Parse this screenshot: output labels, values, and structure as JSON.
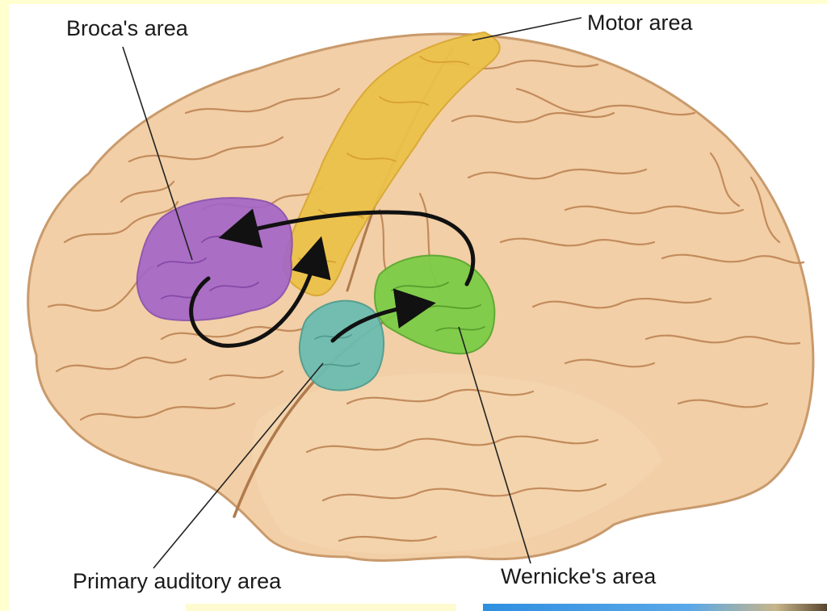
{
  "labels": {
    "broca": "Broca's area",
    "motor": "Motor area",
    "auditory": "Primary auditory area",
    "wernicke": "Wernicke's area"
  },
  "colors": {
    "brain_fill": "#f2cfa6",
    "brain_outline": "#c99a6c",
    "sulcus": "#c38b5c",
    "broca": "#a466c7",
    "motor": "#ecc24a",
    "auditory": "#6cbdb0",
    "wernicke": "#7dcc47",
    "arrow": "#111111"
  }
}
